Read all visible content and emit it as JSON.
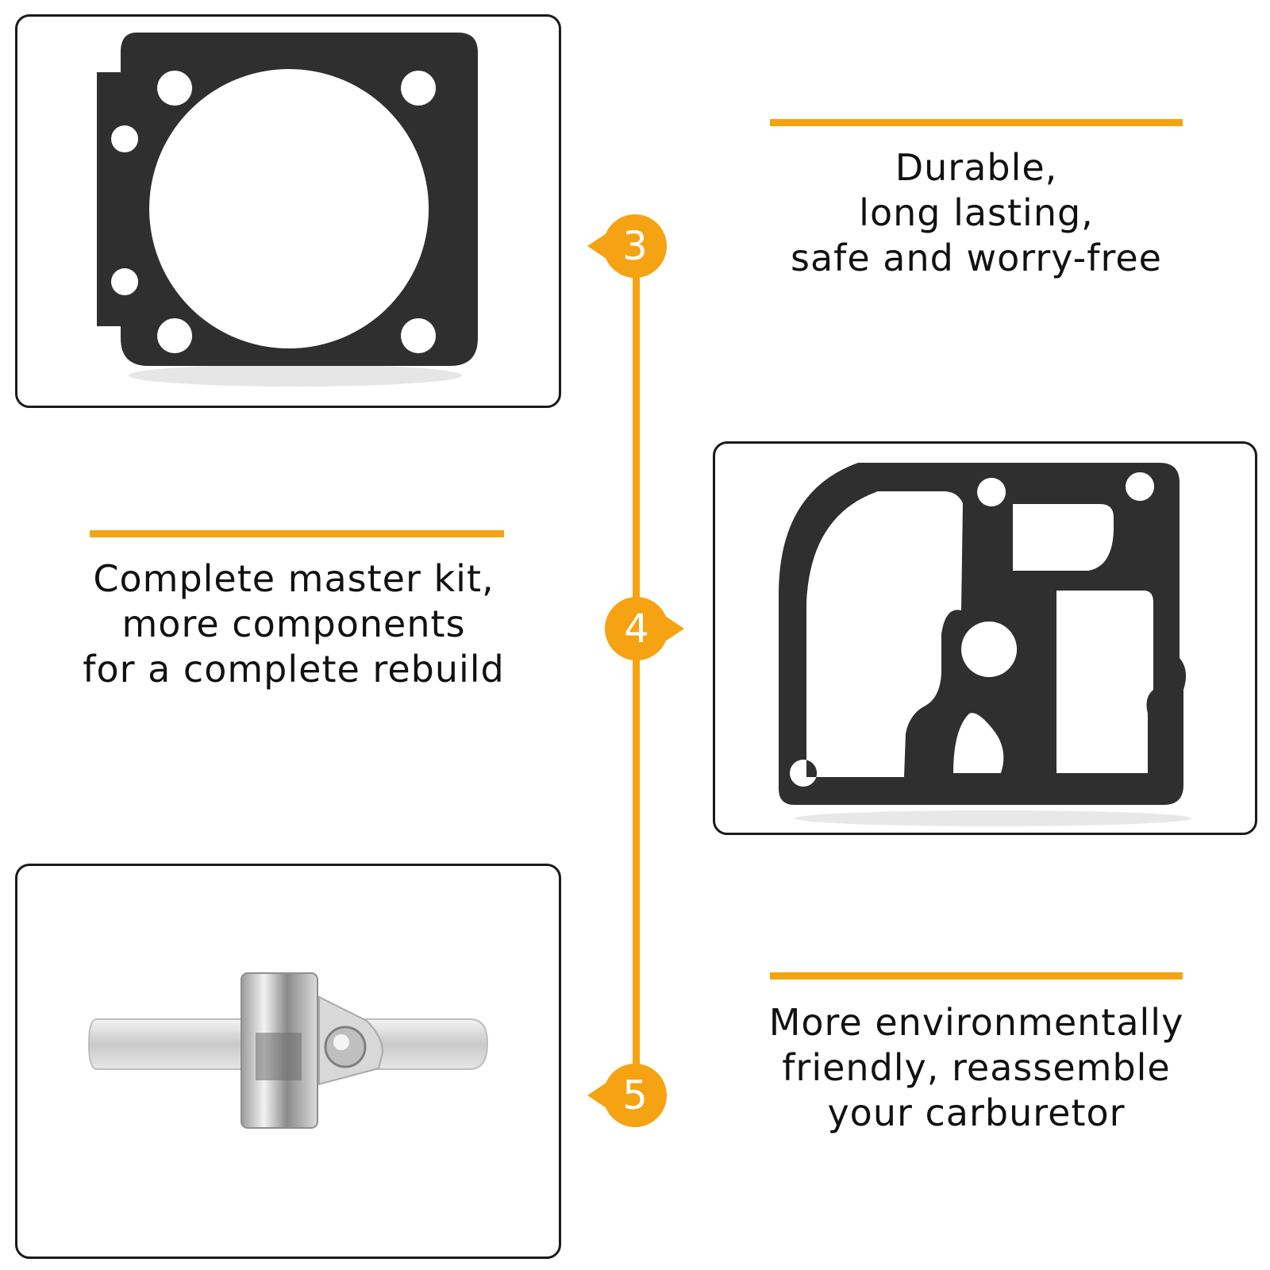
{
  "theme": {
    "accent": "#f5a312",
    "border": "#1a1a1a",
    "gasket": "#2f2f2f"
  },
  "timeline": {
    "markers": [
      {
        "label": "3",
        "arrow": "left"
      },
      {
        "label": "4",
        "arrow": "right"
      },
      {
        "label": "5",
        "arrow": "left"
      }
    ]
  },
  "features": [
    {
      "lines": [
        "Durable,",
        "long lasting,",
        "safe and worry-free"
      ]
    },
    {
      "lines": [
        "Complete master kit,",
        "more components",
        "for a complete rebuild"
      ]
    },
    {
      "lines": [
        "More environmentally",
        "friendly, reassemble",
        "your carburetor"
      ]
    }
  ],
  "images": [
    {
      "icon": "round-gasket-icon"
    },
    {
      "icon": "pump-gasket-icon"
    },
    {
      "icon": "metal-lever-icon"
    }
  ]
}
